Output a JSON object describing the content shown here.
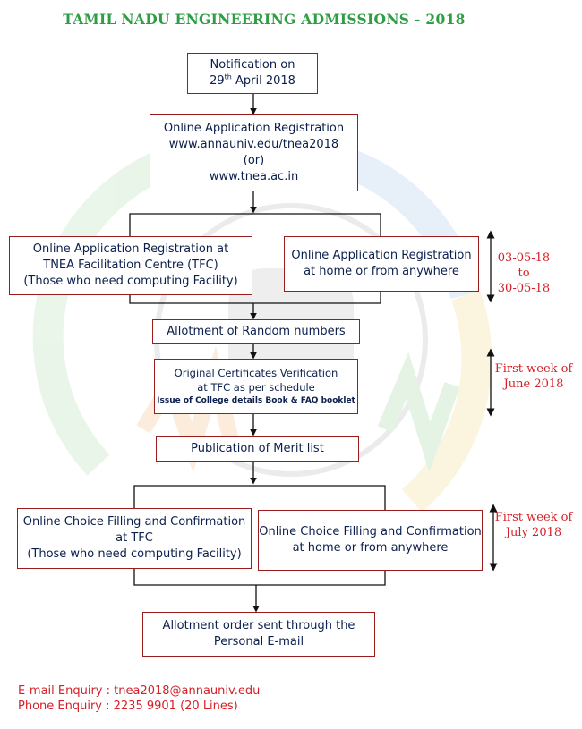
{
  "title": "TAMIL NADU ENGINEERING ADMISSIONS - 2018",
  "nodes": {
    "notification": {
      "line1": "Notification on",
      "day": "29",
      "day_sup": "th",
      "month_year": " April 2018"
    },
    "registration": {
      "line1": "Online Application Registration",
      "line2": "www.annauniv.edu/tnea2018",
      "line3": "(or)",
      "line4": "www.tnea.ac.in"
    },
    "tfc_registration": {
      "line1": "Online Application Registration at",
      "line2": "TNEA Facilitation Centre (TFC)",
      "line3": "(Those who need computing Facility)"
    },
    "home_registration": {
      "line1": "Online Application Registration",
      "line2": "at home or from anywhere"
    },
    "random_numbers": {
      "line1": "Allotment of Random numbers"
    },
    "verification": {
      "line1": "Original Certificates Verification",
      "line2": "at TFC as per schedule",
      "line3": "Issue of College details Book  & FAQ booklet"
    },
    "merit_list": {
      "line1": "Publication of Merit list"
    },
    "tfc_choice": {
      "line1": "Online Choice Filling and Confirmation",
      "line2": "at TFC",
      "line3": "(Those who need computing Facility)"
    },
    "home_choice": {
      "line1": "Online Choice Filling and Confirmation",
      "line2": "at home or from anywhere"
    },
    "allotment": {
      "line1": "Allotment order sent through the",
      "line2": "Personal E-mail"
    }
  },
  "schedule": {
    "registration_start": "03-05-18",
    "registration_to": "to",
    "registration_end": "30-05-18",
    "verification_line1": "First week of",
    "verification_line2": "June 2018",
    "choice_line1": "First week of",
    "choice_line2": "July 2018"
  },
  "contact": {
    "email_label": "E-mail Enquiry : ",
    "email": "tnea2018@annauniv.edu",
    "phone_label": "Phone Enquiry : ",
    "phone": "2235 9901 (20 Lines)"
  },
  "colors": {
    "title": "#2e9e44",
    "box_border": "#9b1c1c",
    "box_text": "#0b1f4d",
    "accent_red": "#d61f26"
  }
}
